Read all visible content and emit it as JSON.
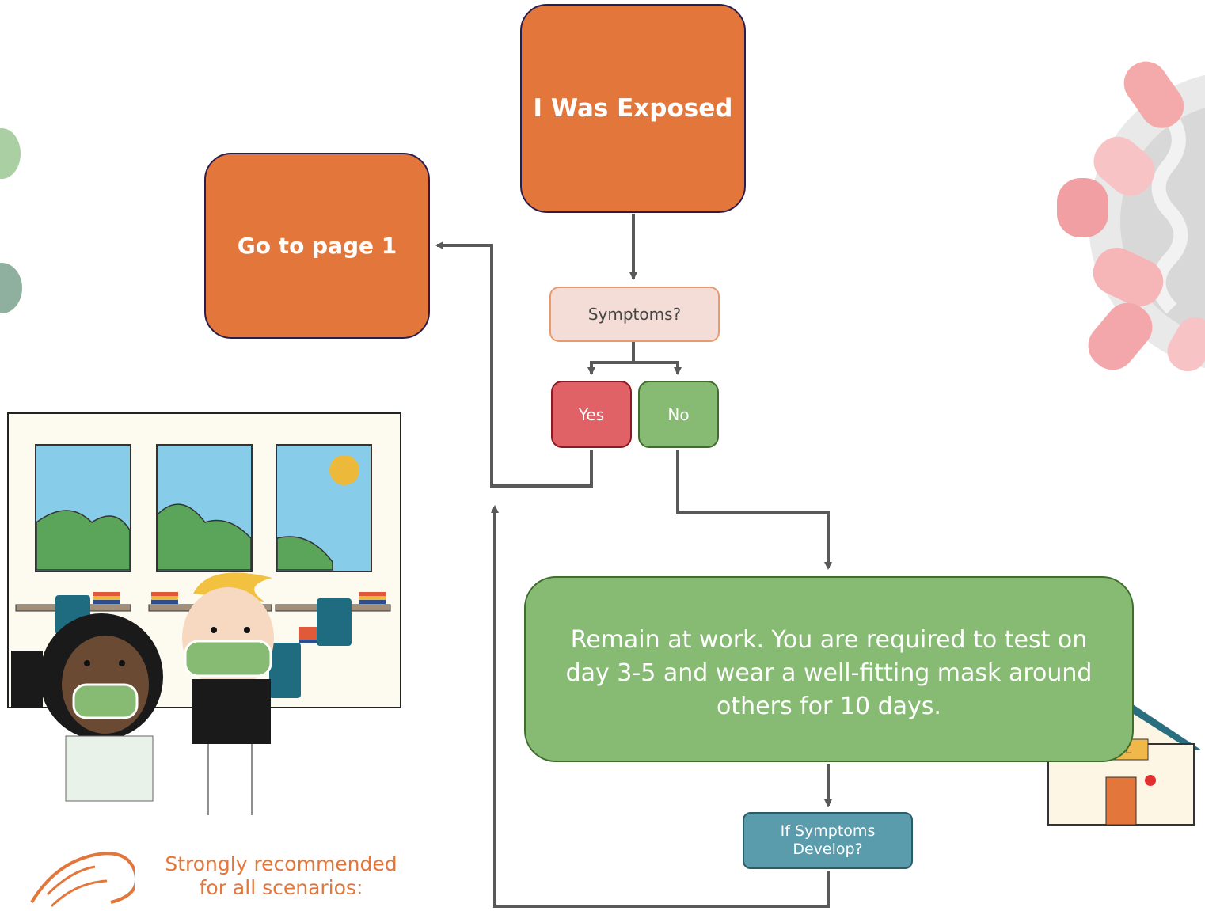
{
  "flowchart": {
    "start": "I Was Exposed",
    "goto_page": "Go to page 1",
    "question": "Symptoms?",
    "yes": "Yes",
    "no": "No",
    "outcome": "Remain at work. You are required to test on day 3-5 and wear a well-fitting mask around others for 10 days.",
    "followup": "If Symptoms\nDevelop?"
  },
  "recommendation": "Strongly recommended\nfor all scenarios:",
  "school_sign": "SCHOOL",
  "colors": {
    "orange": "#e3763a",
    "green": "#87bb74",
    "red": "#e06166",
    "teal": "#5a9bac",
    "arrow": "#595959"
  },
  "icons": [
    "virus-icon",
    "classroom-illustration",
    "school-building-icon",
    "hand-washing-icon"
  ]
}
